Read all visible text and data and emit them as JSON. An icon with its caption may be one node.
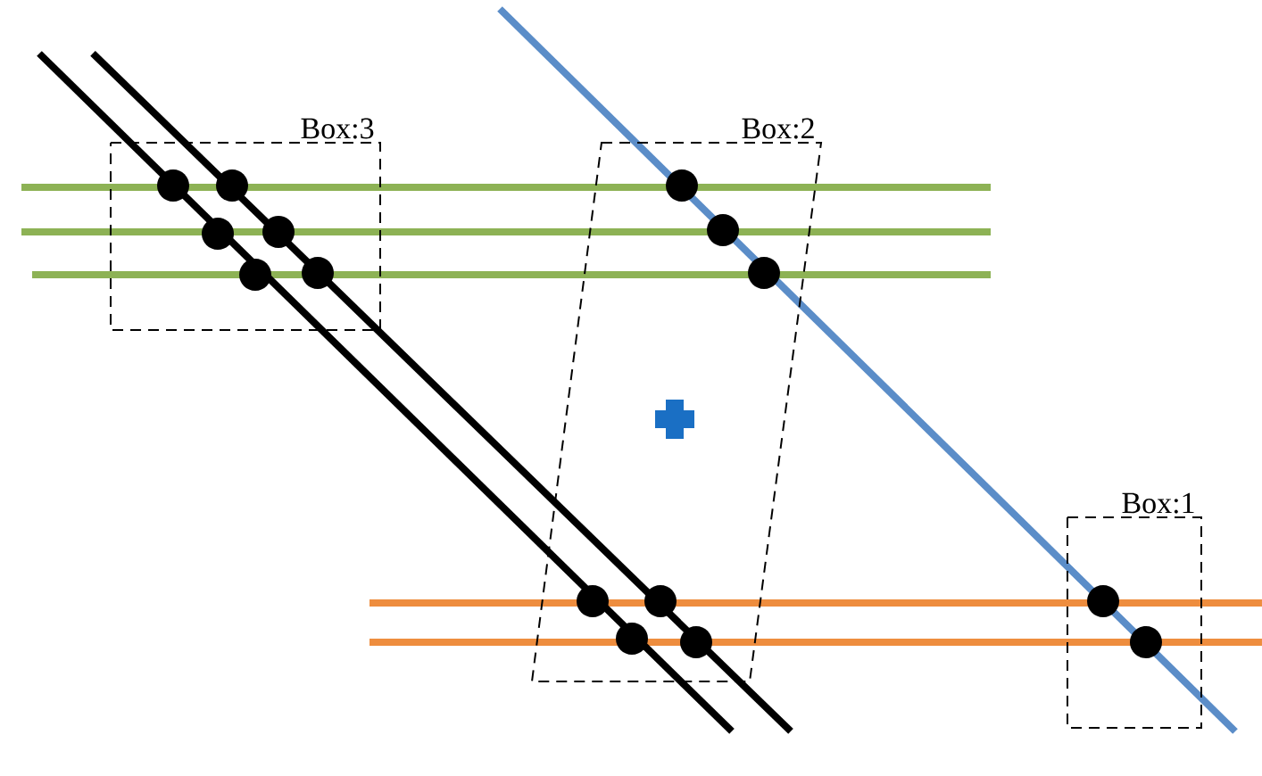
{
  "diagram": {
    "nodes": [
      {
        "text": [
          "Box:3"
        ]
      },
      {
        "text": [
          "Box:2"
        ]
      },
      {
        "text": [
          "Box:1"
        ]
      }
    ]
  }
}
